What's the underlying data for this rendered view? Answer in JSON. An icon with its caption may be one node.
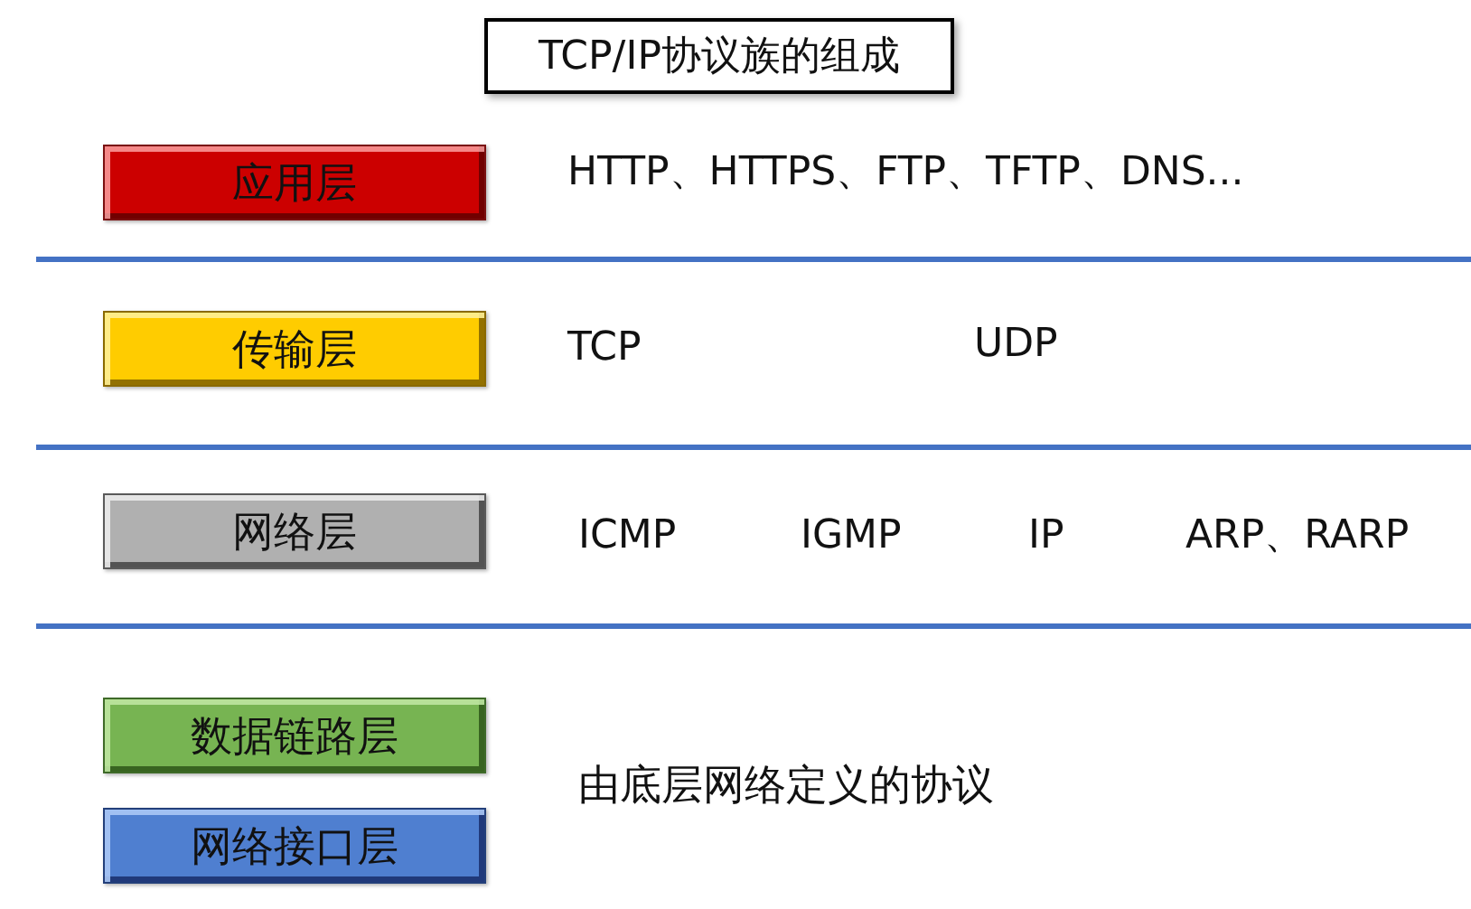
{
  "diagram": {
    "title": "TCP/IP协议族的组成",
    "nodes": [
      {
        "text": [
          "应用层"
        ]
      },
      {
        "text": [
          "传输层"
        ]
      },
      {
        "text": [
          "网络层"
        ]
      },
      {
        "text": [
          "数据链路层"
        ]
      },
      {
        "text": [
          "网络接口层"
        ]
      }
    ],
    "labels": [
      "HTTP、HTTPS、FTP、TFTP、DNS...",
      "TCP",
      "UDP",
      "ICMP",
      "IGMP",
      "IP",
      "ARP、RARP",
      "由底层网络定义的协议"
    ]
  }
}
